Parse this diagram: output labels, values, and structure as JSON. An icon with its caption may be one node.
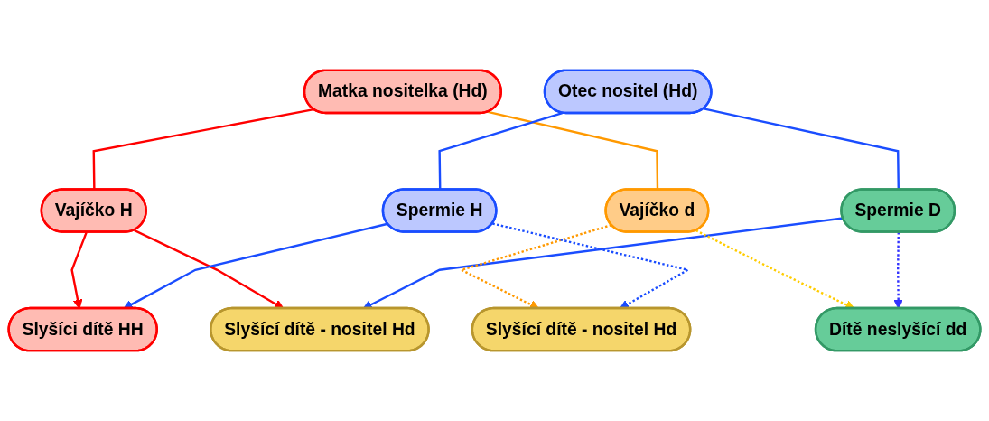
{
  "diagram": {
    "nodes": [
      {
        "text": [
          "Matka nositelka (Hd)"
        ]
      },
      {
        "text": [
          "Otec nositel (Hd)"
        ]
      },
      {
        "text": [
          "Vajíčko H"
        ]
      },
      {
        "text": [
          "Vajíčko d"
        ]
      },
      {
        "text": [
          "Spermie H"
        ]
      },
      {
        "text": [
          "Spermie D"
        ]
      },
      {
        "text": [
          "Slyšíci dítě HH"
        ]
      },
      {
        "text": [
          "Slyšící dítě - nositel Hd"
        ]
      },
      {
        "text": [
          "Slyšící dítě - nositel Hd"
        ]
      },
      {
        "text": [
          "Dítě neslyšící dd"
        ]
      }
    ],
    "edges": [
      {
        "from": 0,
        "to": 2,
        "arrow": "none",
        "color": "#ff0000"
      },
      {
        "from": 0,
        "to": 3,
        "arrow": "none",
        "color": "#ff9900"
      },
      {
        "from": 1,
        "to": 4,
        "arrow": "none"
      },
      {
        "from": 1,
        "to": 5,
        "arrow": "none"
      },
      {
        "from": 2,
        "to": 6,
        "arrow": "to",
        "color": "#ff0000"
      },
      {
        "from": 2,
        "to": 7,
        "arrow": "to",
        "color": "#ff0000"
      },
      {
        "from": 4,
        "to": 6,
        "arrow": "to"
      },
      {
        "from": 5,
        "to": 7,
        "arrow": "to"
      },
      {
        "from": 3,
        "to": 8,
        "arrow": "to",
        "style": "dashed",
        "color": "#ff9900"
      },
      {
        "from": 4,
        "to": 8,
        "arrow": "to",
        "style": "dashed"
      },
      {
        "from": 3,
        "to": 9,
        "arrow": "to",
        "style": "dashed",
        "color": "#ffcc00"
      },
      {
        "from": 5,
        "to": 9,
        "arrow": "to",
        "style": "dashed",
        "color": "#3333ff"
      }
    ]
  }
}
